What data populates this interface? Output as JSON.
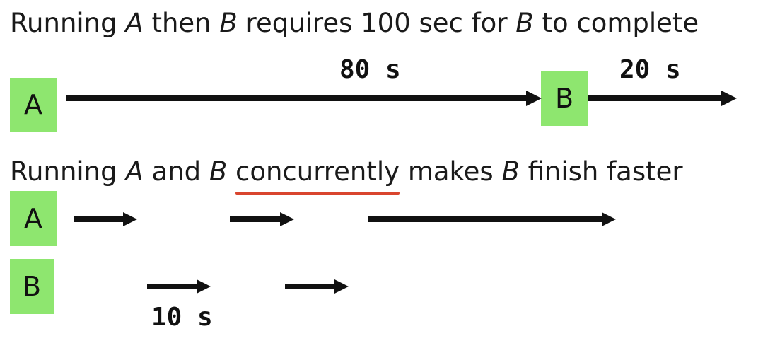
{
  "line1": {
    "p1": "Running ",
    "a": "A",
    "p2": " then ",
    "b": "B",
    "p3": " requires 100 sec for ",
    "b2": "B",
    "p4": " to complete"
  },
  "line2": {
    "p1": "Running ",
    "a": "A",
    "p2": " and ",
    "b": "B",
    "p3": " ",
    "concurrently": "concurrently",
    "p4": " makes ",
    "b2": "B",
    "p5": " finish faster"
  },
  "boxes": {
    "a1": "A",
    "b1": "B",
    "a2": "A",
    "b2": "B"
  },
  "labels": {
    "eighty": "80 s",
    "twenty": "20 s",
    "ten": "10 s"
  },
  "colors": {
    "box": "#8ee66f",
    "underline": "#d9452e",
    "arrow": "#111111"
  }
}
